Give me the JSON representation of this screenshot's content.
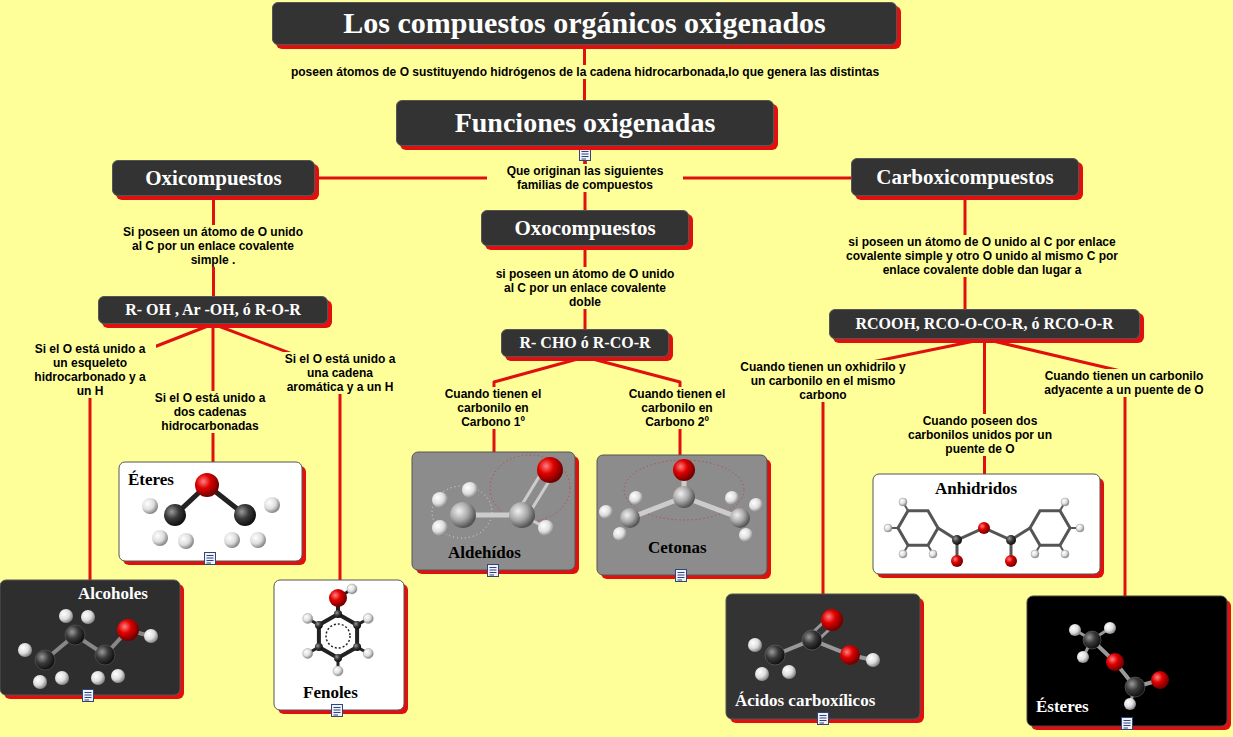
{
  "diagram": {
    "nodes": [
      {
        "text": [
          "Los compuestos orgánicos oxigenados"
        ]
      },
      {
        "text": [
          "Funciones oxigenadas"
        ]
      },
      {
        "text": [
          "Oxicompuestos"
        ]
      },
      {
        "text": [
          "Oxocompuestos"
        ]
      },
      {
        "text": [
          "Carboxicompuestos"
        ]
      },
      {
        "text": [
          "R- OH , Ar -OH, ó R-O-R"
        ]
      },
      {
        "text": [
          "R- CHO ó R-CO-R"
        ]
      },
      {
        "text": [
          "RCOOH, RCO-O-CO-R, ó RCO-O-R"
        ]
      },
      {
        "text": [
          "Éteres"
        ]
      },
      {
        "text": [
          "Alcoholes"
        ]
      },
      {
        "text": [
          "Fenoles"
        ]
      },
      {
        "text": [
          "Aldehídos"
        ]
      },
      {
        "text": [
          "Cetonas"
        ]
      },
      {
        "text": [
          "Anhidridos"
        ]
      },
      {
        "text": [
          "Ácidos carboxílicos"
        ]
      },
      {
        "text": [
          "Ésteres"
        ]
      }
    ],
    "edges": [
      {
        "from": 0,
        "to": 1,
        "arrow": "none",
        "label": "poseen átomos de O sustituyendo hidrógenos de la cadena hidrocarbonada,lo que genera las distintas"
      },
      {
        "from": 1,
        "to": 2,
        "arrow": "none"
      },
      {
        "from": 1,
        "to": 3,
        "arrow": "none",
        "label": "Que originan las siguientes familias de compuestos"
      },
      {
        "from": 1,
        "to": 4,
        "arrow": "none"
      },
      {
        "from": 2,
        "to": 5,
        "arrow": "none",
        "label": "Si poseen un átomo de O unido al C por un enlace covalente simple ."
      },
      {
        "from": 3,
        "to": 6,
        "arrow": "none",
        "label": "si poseen un átomo de O unido al C por un enlace covalente doble"
      },
      {
        "from": 4,
        "to": 7,
        "arrow": "none",
        "label": "si poseen un átomo de O unido al C por enlace covalente simple y otro O unido al mismo C por enlace covalente doble dan lugar a"
      },
      {
        "from": 5,
        "to": 9,
        "arrow": "none",
        "label": "Si el O está unido a un esqueleto hidrocarbonado y a un H"
      },
      {
        "from": 5,
        "to": 8,
        "arrow": "none",
        "label": "Si el O está unido a dos cadenas hidrocarbonadas"
      },
      {
        "from": 5,
        "to": 10,
        "arrow": "none",
        "label": "Si el O está unido a una cadena aromática y a un H"
      },
      {
        "from": 6,
        "to": 11,
        "arrow": "none",
        "label": "Cuando tienen el carbonilo en Carbono 1º"
      },
      {
        "from": 6,
        "to": 12,
        "arrow": "none",
        "label": "Cuando tienen el carbonilo en Carbono 2º"
      },
      {
        "from": 7,
        "to": 14,
        "arrow": "none",
        "label": "Cuando tienen un oxhidrilo y un carbonilo en el mismo carbono"
      },
      {
        "from": 7,
        "to": 13,
        "arrow": "none",
        "label": "Cuando poseen dos carbonilos unidos por un puente de O"
      },
      {
        "from": 7,
        "to": 15,
        "arrow": "none",
        "label": "Cuando tienen un carbonilo adyacente a un puente de O"
      }
    ]
  }
}
